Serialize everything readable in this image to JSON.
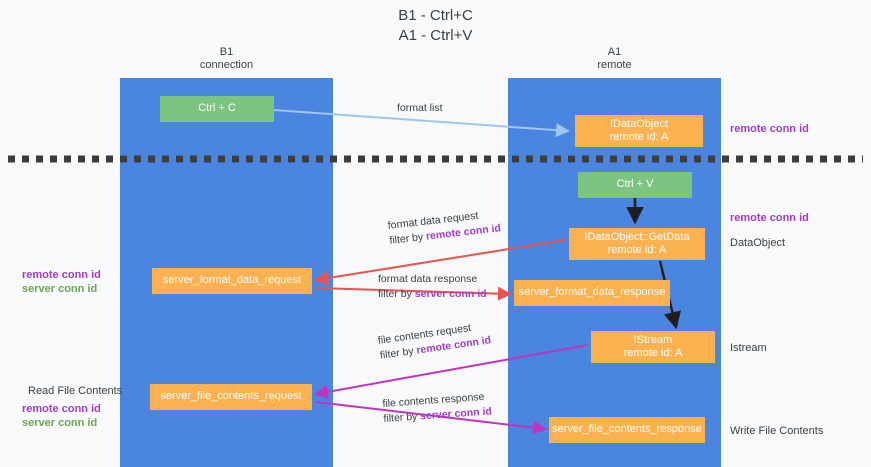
{
  "title": {
    "line1": "B1 - Ctrl+C",
    "line2": "A1 - Ctrl+V"
  },
  "lanes": [
    {
      "id": "b1",
      "name": "B1",
      "subtitle": "connection",
      "color": "#4a86e0"
    },
    {
      "id": "a1",
      "name": "A1",
      "subtitle": "remote",
      "color": "#4a86e0"
    }
  ],
  "nodes": {
    "ctrl_c": {
      "label": "Ctrl + C",
      "color": "#7ec481"
    },
    "idataobject": {
      "line1": "IDataObject",
      "line2": "remote id: A",
      "color": "#fcb150"
    },
    "ctrl_v": {
      "label": "Ctrl + V",
      "color": "#7ec481"
    },
    "getdata": {
      "line1": "IDataObject::GetData",
      "line2": "remote id: A",
      "color": "#fcb150"
    },
    "server_format_data_request": {
      "label": "server_format_data_request",
      "color": "#fcb150"
    },
    "server_format_data_response": {
      "label": "server_format_data_response",
      "color": "#fcb150"
    },
    "istream": {
      "line1": "IStream",
      "line2": "remote id: A",
      "color": "#fcb150"
    },
    "server_file_contents_request": {
      "label": "server_file_contents_request",
      "color": "#fcb150"
    },
    "server_file_contents_response": {
      "label": "server_file_contents_response",
      "color": "#fcb150"
    }
  },
  "arrow_labels": {
    "format_list": "format list",
    "format_data_request": "format data request",
    "format_data_request_filter_prefix": "filter by ",
    "format_data_request_filter_key": "remote conn id",
    "format_data_response": "format data response",
    "format_data_response_filter_prefix": "filter by ",
    "format_data_response_filter_key": "server conn id",
    "file_contents_request": "file contents request",
    "file_contents_request_filter_prefix": "filter by ",
    "file_contents_request_filter_key": "remote conn id",
    "file_contents_response": "file contents response",
    "file_contents_response_filter_prefix": "filter by ",
    "file_contents_response_filter_key": "server conn id"
  },
  "side_labels": {
    "remote_conn_id_top": "remote conn id",
    "remote_conn_id_mid": "remote conn id",
    "dataobject": "DataObject",
    "istream": "Istream",
    "write_file_contents": "Write File Contents",
    "read_file_contents": "Read File Contents",
    "left_remote_conn_id_1": "remote conn id",
    "left_server_conn_id_1": "server conn id",
    "left_remote_conn_id_2": "remote conn id",
    "left_server_conn_id_2": "server conn id"
  },
  "colors": {
    "lane": "#4a86e0",
    "green_node": "#7ec481",
    "orange_node": "#fcb150",
    "remote_conn": "#a23bc7",
    "server_conn": "#6aa84f",
    "arrow_red": "#e8554f",
    "arrow_magenta": "#c034c0",
    "arrow_lightblue": "#9fc5f0",
    "arrow_black": "#1f1f1f",
    "background": "#f8f9fa"
  }
}
